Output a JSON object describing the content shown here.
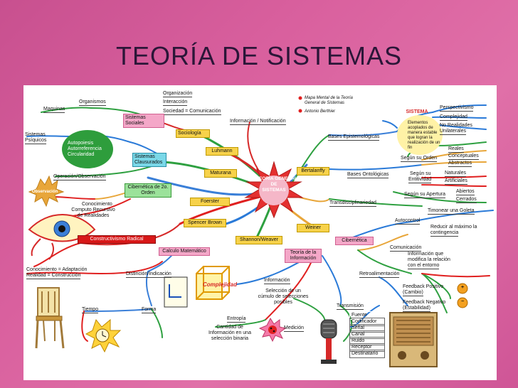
{
  "slide_title": "TEORÍA DE SISTEMAS",
  "center": {
    "line1": "TEORÍA GENERAL",
    "line2": "DE",
    "line3": "SISTEMAS"
  },
  "legend": {
    "item1_line1": "Mapa Mental de la Teoría",
    "item1_line2": "General de Sistemas",
    "item2": "Antonio Berthier"
  },
  "nodes": {
    "sociologia": "Sociología",
    "luhmann": "Luhmann",
    "maturana": "Maturana",
    "foerster": "Foerster",
    "spencer_brown": "Spencer Brown",
    "shannon_weaver": "Shannon/Weaver",
    "weiner": "Weiner",
    "bertalanffy": "Bertalanffy",
    "sistemas_sociales_1": "Sistemas",
    "sistemas_sociales_2": "Sociales",
    "sistemas_clausurados_1": "Sistemas",
    "sistemas_clausurados_2": "Clausurados",
    "cibernetica_2_1": "Cibernética de 2o.",
    "cibernetica_2_2": "Orden",
    "constructivismo": "Constructivismo Radical",
    "calculo": "Calculo Matemático",
    "teoria_info_1": "Teoría de la",
    "teoria_info_2": "Información",
    "cibernetica": "Cibernética",
    "sistema": "SISTEMA",
    "autopoiesis_1": "Autopoiesis",
    "autopoiesis_2": "Autorreferencia",
    "autopoiesis_3": "Circularidad",
    "observacion": "Observación",
    "complejidad": "Complejidad"
  },
  "labels": {
    "organizacion": "Organización",
    "interaccion": "Interacción",
    "sociedad": "Sociedad = Comunicación",
    "informacion_notificacion": "Información / Notificación",
    "organismos": "Organismos",
    "maquinas": "Maquinas",
    "sistemas_psiquicos_1": "Sistemas",
    "sistemas_psiquicos_2": "Psíquicos",
    "operacion": "Operación/Observación",
    "conocimiento": "Conocimiento",
    "computo_1": "Computo Recursivo",
    "computo_2": "de Realidades",
    "conocimiento_adaptacion": "Conocimiento = Adaptación",
    "realidad_construccion": "Realidad = Construcción",
    "distincion": "Distinción/Indicación",
    "tiempo": "Tiempo",
    "forma": "Forma",
    "informacion": "Información",
    "seleccion_1": "Selección de un",
    "seleccion_2": "cúmulo de selecciones",
    "seleccion_3": "posibles",
    "entropia": "Entropía",
    "cantidad_1": "Cantidad de",
    "cantidad_2": "Información en una",
    "cantidad_3": "selección binaria",
    "medicion": "Medición",
    "transmision": "Transmisión",
    "bases_epistemologicas": "Bases Epistemológicas",
    "bases_ontologicas": "Bases Ontológicas",
    "transdisciplinariedad": "Transdisciplinariedad",
    "elementos_1": "Elementos",
    "elementos_2": "acoplados de",
    "elementos_3": "manera estable",
    "elementos_4": "que logran la",
    "elementos_5": "realización de un",
    "elementos_6": "fin",
    "perspectivismo": "Perspectivismo",
    "complejidad_lbl": "Complejidad",
    "no_realidades": "No Realidades",
    "unilaterales": "Unilaterales",
    "segun_orden": "Según su Orden",
    "reales": "Reales",
    "conceptuales": "Conceptuales",
    "abstractos": "Abstractos",
    "segun_entidad_1": "Según su",
    "segun_entidad_2": "Entitividad",
    "naturales": "Naturales",
    "artificiales": "Artificiales",
    "segun_apertura": "Según su Apertura",
    "abiertos": "Abiertos",
    "cerrados": "Cerrados",
    "timonear": "Timonear una Goleta",
    "autocontrol": "Autocontrol",
    "reducir_1": "Reducir al máximo la",
    "reducir_2": "contingencia",
    "comunicacion": "Comunicación",
    "info_que_1": "Información que",
    "info_que_2": "modifica la relación",
    "info_que_3": "con el entorno",
    "retroalimentacion": "Retroalimentación",
    "feedback_pos_1": "Feedback Positivo",
    "feedback_pos_2": "(Cambio)",
    "feedback_neg_1": "Feedback Negativo",
    "feedback_neg_2": "(Estabilidad)",
    "fuente": "Fuente",
    "codificador": "Codificador",
    "senal": "Señal",
    "canal": "Canal",
    "ruido": "Ruido",
    "receptor": "Receptor",
    "destinatario": "Destinatario",
    "plus": "+",
    "minus": "−"
  },
  "colors": {
    "background": "#d35a9a",
    "center": "#d62828",
    "accent_red": "#e02020",
    "green": "#2e9d3c",
    "blue": "#2a7ad8",
    "pink": "#e8a0c8"
  }
}
